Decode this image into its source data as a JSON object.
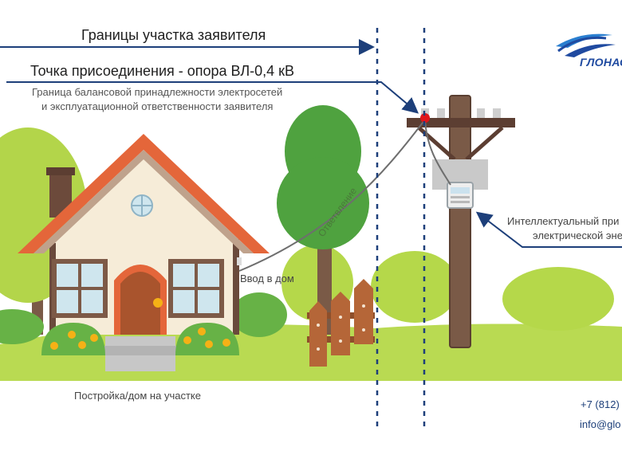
{
  "labels": {
    "site_boundary": "Границы участка заявителя",
    "connection_point": "Точка присоединения - опора ВЛ-0,4 кВ",
    "balance_line1": "Граница балансовой принадлежности электросетей",
    "balance_line2": "и эксплуатационной ответственности заявителя",
    "branch": "Ответвление",
    "house_input": "Ввод в дом",
    "meter_line1": "Интеллектуальный при",
    "meter_line2": "электрической эне",
    "building": "Постройка/дом на участке"
  },
  "logo": {
    "text": "ГЛОНАСС"
  },
  "contacts": {
    "phone": "+7 (812)",
    "email": "info@glo"
  },
  "colors": {
    "arrow_blue": "#1d3f7a",
    "roof": "#e4663a",
    "grass": "#b5d84a",
    "tree": "#4fa23f",
    "pole": "#7a5a47",
    "fence": "#b56638",
    "connection_dot": "#e0161c"
  }
}
